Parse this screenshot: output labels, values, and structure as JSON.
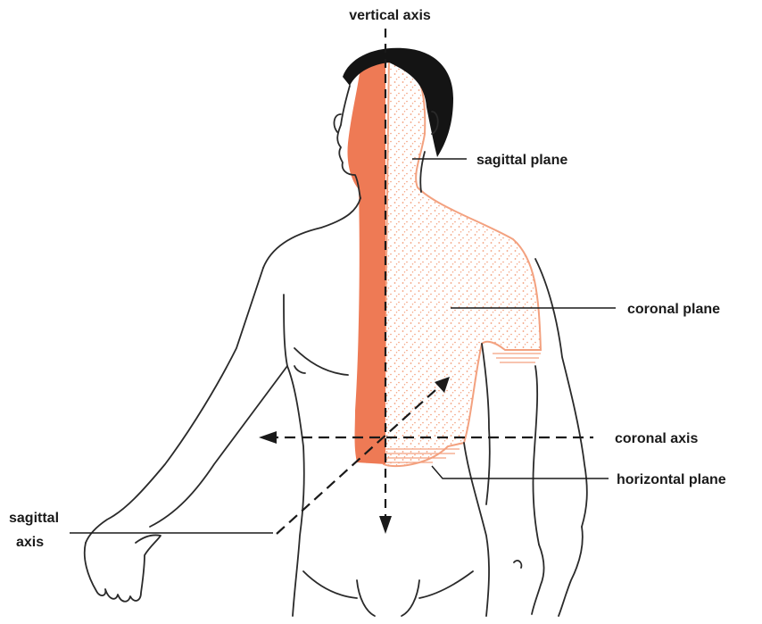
{
  "labels": {
    "vertical_axis": "vertical axis",
    "sagittal_plane": "sagittal plane",
    "coronal_plane": "coronal plane",
    "coronal_axis": "coronal axis",
    "horizontal_plane": "horizontal plane",
    "sagittal_axis_line1": "sagittal",
    "sagittal_axis_line2": "axis"
  },
  "colors": {
    "sagittal_plane_fill": "#ee7a55",
    "coronal_plane_dots": "#f29a76",
    "coronal_plane_outline": "#f3a17f",
    "body_outline": "#2a2a2a",
    "hair": "#141414",
    "axes": "#1a1a1a"
  }
}
